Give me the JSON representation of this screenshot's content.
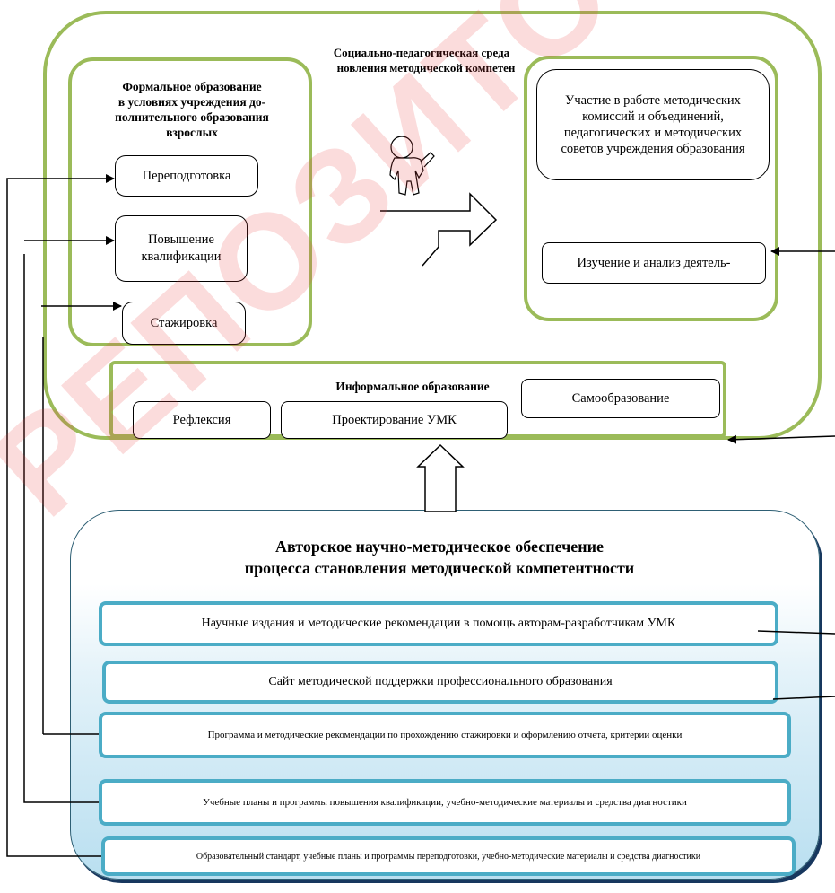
{
  "social_env": {
    "title_line1": "Социально-педагогическая среда",
    "title_line2": "новления методической компетен"
  },
  "formal": {
    "title_lines": [
      "Формальное образование",
      "в условиях учреждения до-",
      "полнительного образования",
      "взрослых"
    ],
    "items": [
      "Переподготовка",
      "Повышение квалификации",
      "Стажировка"
    ]
  },
  "nonformal": {
    "participation": "Участие в работе методических комиссий и объединений, педагогических и методических советов учреждения образования",
    "study": "Изучение и анализ деятель-"
  },
  "informal": {
    "title": "Информальное образование",
    "items": [
      "Рефлексия",
      "Проектирование УМК",
      "Самообразование"
    ]
  },
  "support": {
    "title_line1": "Авторское научно-методическое обеспечение",
    "title_line2": "процесса становления методической компетентности",
    "items": [
      "Научные издания и методические рекомендации в помощь авторам-разработчикам УМК",
      "Сайт методической поддержки профессионального образования",
      "Программа и методические рекомендации по прохождению стажировки и оформлению отчета, критерии оценки",
      "Учебные планы и программы повышения квалификации, учебно-методические материалы и средства диагностики",
      "Образовательный стандарт, учебные планы и программы переподготовки, учебно-методические материалы и средства диагностики"
    ]
  },
  "watermark": "РЕПОЗИТОРИЙ БГАТУ",
  "colors": {
    "green_border": "#9bbb59",
    "blue_border": "#4bacc6",
    "watermark": "#eb3c3c"
  }
}
